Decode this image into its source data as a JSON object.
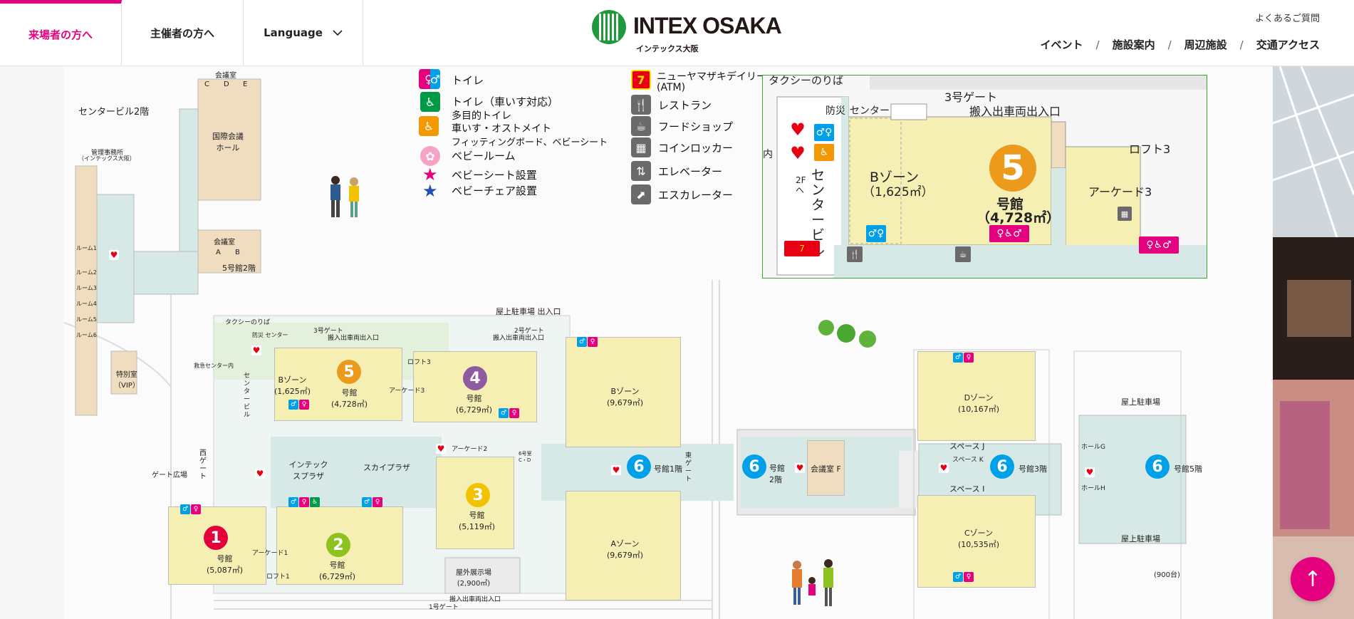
{
  "header": {
    "tabs": [
      {
        "label": "来場者の方へ",
        "active": true
      },
      {
        "label": "主催者の方へ",
        "active": false
      },
      {
        "label": "Language",
        "active": false
      }
    ],
    "logo": {
      "main": "INTEX OSAKA",
      "sub": "インテックス大阪"
    },
    "faq_label": "よくあるご質問",
    "nav": [
      "イベント",
      "施設案内",
      "周辺施設",
      "交通アクセス"
    ]
  },
  "colors": {
    "accent": "#e4007f",
    "logo_green": "#1e9a3c",
    "hall_fill": "#f6efb4",
    "path_fill": "#d7e9e6"
  },
  "legend_left": [
    {
      "icon": "restroom-icon",
      "label": "トイレ"
    },
    {
      "icon": "wheelchair-restroom-icon",
      "label": "トイレ（車いす対応）"
    },
    {
      "icon": "multipurpose-restroom-icon",
      "label": "多目的トイレ",
      "sub1": "車いす・オストメイト",
      "sub2": "フィッティングボード、ベビーシート"
    },
    {
      "icon": "baby-room-icon",
      "label": "ベビールーム"
    },
    {
      "icon": "baby-seat-star-icon",
      "label": "ベビーシート設置"
    },
    {
      "icon": "baby-chair-star-icon",
      "label": "ベビーチェア設置"
    }
  ],
  "legend_right": [
    {
      "icon": "daily-yamazaki-icon",
      "label": "ニューヤマザキデイリー",
      "sub1": "(ATM)"
    },
    {
      "icon": "restaurant-icon",
      "label": "レストラン"
    },
    {
      "icon": "food-shop-icon",
      "label": "フードショップ"
    },
    {
      "icon": "coin-locker-icon",
      "label": "コインロッカー"
    },
    {
      "icon": "elevator-icon",
      "label": "エレベーター"
    },
    {
      "icon": "escalator-icon",
      "label": "エスカレーター"
    }
  ],
  "zoom": {
    "taxi": "タクシーのりば",
    "gate3": "3号ゲート",
    "loading": "搬入出車両出入口",
    "bosai": "防災",
    "center": "センター",
    "loft3": "ロフト3",
    "arcade3": "アーケード3",
    "zone": "Bゾーン",
    "zone_area": "（1,625㎡）",
    "hall_num": "5",
    "hall_label": "号館",
    "hall_area": "（4,728㎡）",
    "centerbill": "センタービル",
    "to2f": "2Fへ",
    "nai": "内"
  },
  "map": {
    "center_2f": "センタービル2階",
    "kaigi_cde": "会議室",
    "kaigi_c": "C",
    "kaigi_d": "D",
    "kaigi_e": "E",
    "kokusai": "国際会議ホール",
    "kanri": "管理事務所",
    "kanri_sub": "（インテックス大阪）",
    "kaigi_ab": "会議室",
    "kaigi_a": "A",
    "kaigi_b": "B",
    "hall5_2f": "5号館2階",
    "rooms": [
      "ルーム1",
      "ルーム2",
      "ルーム3",
      "ルーム4",
      "ルーム5",
      "ルーム6"
    ],
    "vip": "特別室",
    "vip_sub": "（VIP）",
    "taxi": "タクシーのりば",
    "bosai_center": "防災 センター",
    "gate3": "3号ゲート",
    "loading3": "搬入出車両出入口",
    "gate2": "2号ゲート",
    "loading2": "搬入出車両出入口",
    "roof_parking_entry": "屋上駐車場 出入口",
    "kyukyu": "救急センター内",
    "loft3": "ロフト3",
    "arcade3": "アーケード3",
    "arcade2": "アーケード2",
    "arcade1": "アーケード1",
    "loft1": "ロフト1",
    "west_gate": "西ゲート",
    "gate_plaza": "ゲート広場",
    "intex_plaza": "インテックスプラザ",
    "sky_plaza": "スカイプラザ",
    "outdoor": "屋外展示場",
    "outdoor_area": "(2,900㎡)",
    "loading1": "搬入出車両出入口",
    "gate1": "1号ゲート",
    "east_gate": "東ゲート",
    "center_bill": "センタービル",
    "to2f": "2Fへ",
    "hall_label": "号館",
    "hall1_area": "(5,087㎡)",
    "hall2_area": "(6,729㎡)",
    "hall3_area": "(5,119㎡)",
    "hall4_area": "(6,729㎡)",
    "hall5_area": "(4,728㎡)",
    "hall5_zone": "Bゾーン",
    "hall5_zone_area": "(1,625㎡)",
    "hall6_bzone": "Bゾーン",
    "hall6_bzone_area": "(9,679㎡)",
    "hall6_azone": "Aゾーン",
    "hall6_azone_area": "(9,679㎡)",
    "hall6_1f": "号館1階",
    "hall6_2f": "号館 2階",
    "hall6_3f": "号館3階",
    "hall6_5f": "号館5階",
    "kaigi_f": "会議室 F",
    "dzone": "Dゾーン",
    "dzone_area": "(10,167㎡)",
    "czone": "Cゾーン",
    "czone_area": "(10,535㎡)",
    "space_j": "スペース J",
    "space_k": "スペース K",
    "space_i": "スペース I",
    "hall_g": "ホールG",
    "hall_h": "ホールH",
    "roof_parking_top": "屋上駐車場",
    "roof_parking_bottom": "屋上駐車場",
    "parking_count": "(900台)",
    "room_6d": "6号室 C・D",
    "num1": "1",
    "num2": "2",
    "num3": "3",
    "num4": "4",
    "num5": "5",
    "num6": "6"
  },
  "to_top_label": "↑"
}
